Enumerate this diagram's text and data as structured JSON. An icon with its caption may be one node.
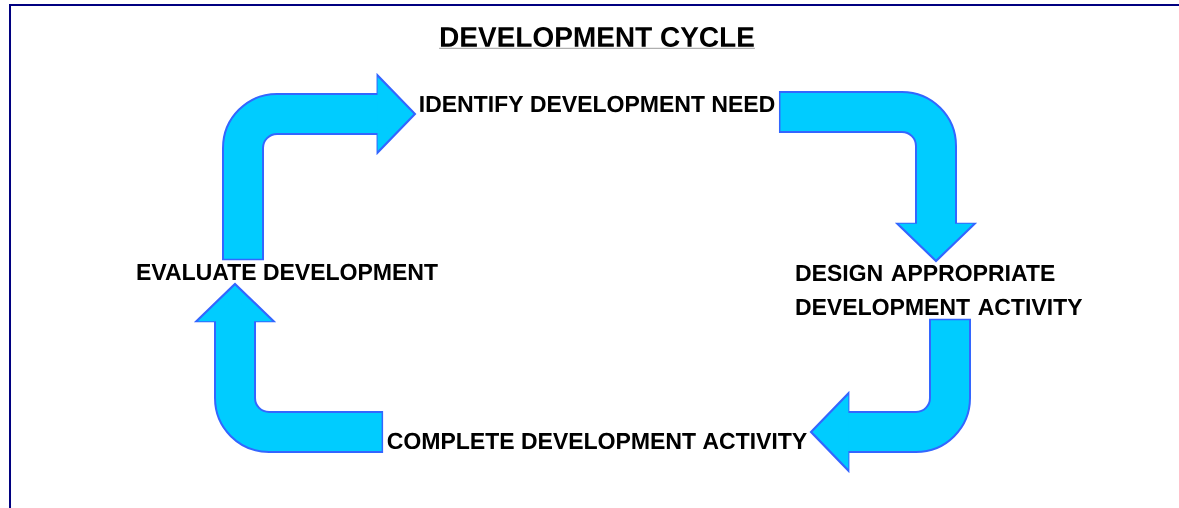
{
  "diagram": {
    "title": "DEVELOPMENT CYCLE",
    "nodes": [
      {
        "text": [
          "IDENTIFY DEVELOPMENT NEED"
        ]
      },
      {
        "text": [
          "DESIGN APPROPRIATE DEVELOPMENT ACTIVITY"
        ]
      },
      {
        "text": [
          "COMPLETE DEVELOPMENT ACTIVITY"
        ]
      },
      {
        "text": [
          "EVALUATE DEVELOPMENT"
        ]
      }
    ],
    "edges": [
      {
        "from": 3,
        "to": 0,
        "arrow": "to"
      },
      {
        "from": 0,
        "to": 1,
        "arrow": "to"
      },
      {
        "from": 1,
        "to": 2,
        "arrow": "to"
      },
      {
        "from": 2,
        "to": 3,
        "arrow": "to"
      }
    ]
  }
}
